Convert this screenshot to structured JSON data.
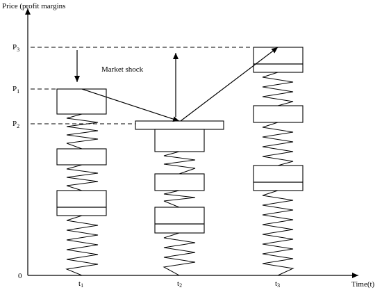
{
  "axes": {
    "y_title": "Price (profit margins",
    "x_title": "Time(t)",
    "origin": "0"
  },
  "price_levels": [
    {
      "base": "P",
      "sub": "3"
    },
    {
      "base": "P",
      "sub": "1"
    },
    {
      "base": "P",
      "sub": "2"
    }
  ],
  "time_points": [
    {
      "base": "t",
      "sub": "1"
    },
    {
      "base": "t",
      "sub": "2"
    },
    {
      "base": "t",
      "sub": "3"
    }
  ],
  "annotation": "Market shock"
}
